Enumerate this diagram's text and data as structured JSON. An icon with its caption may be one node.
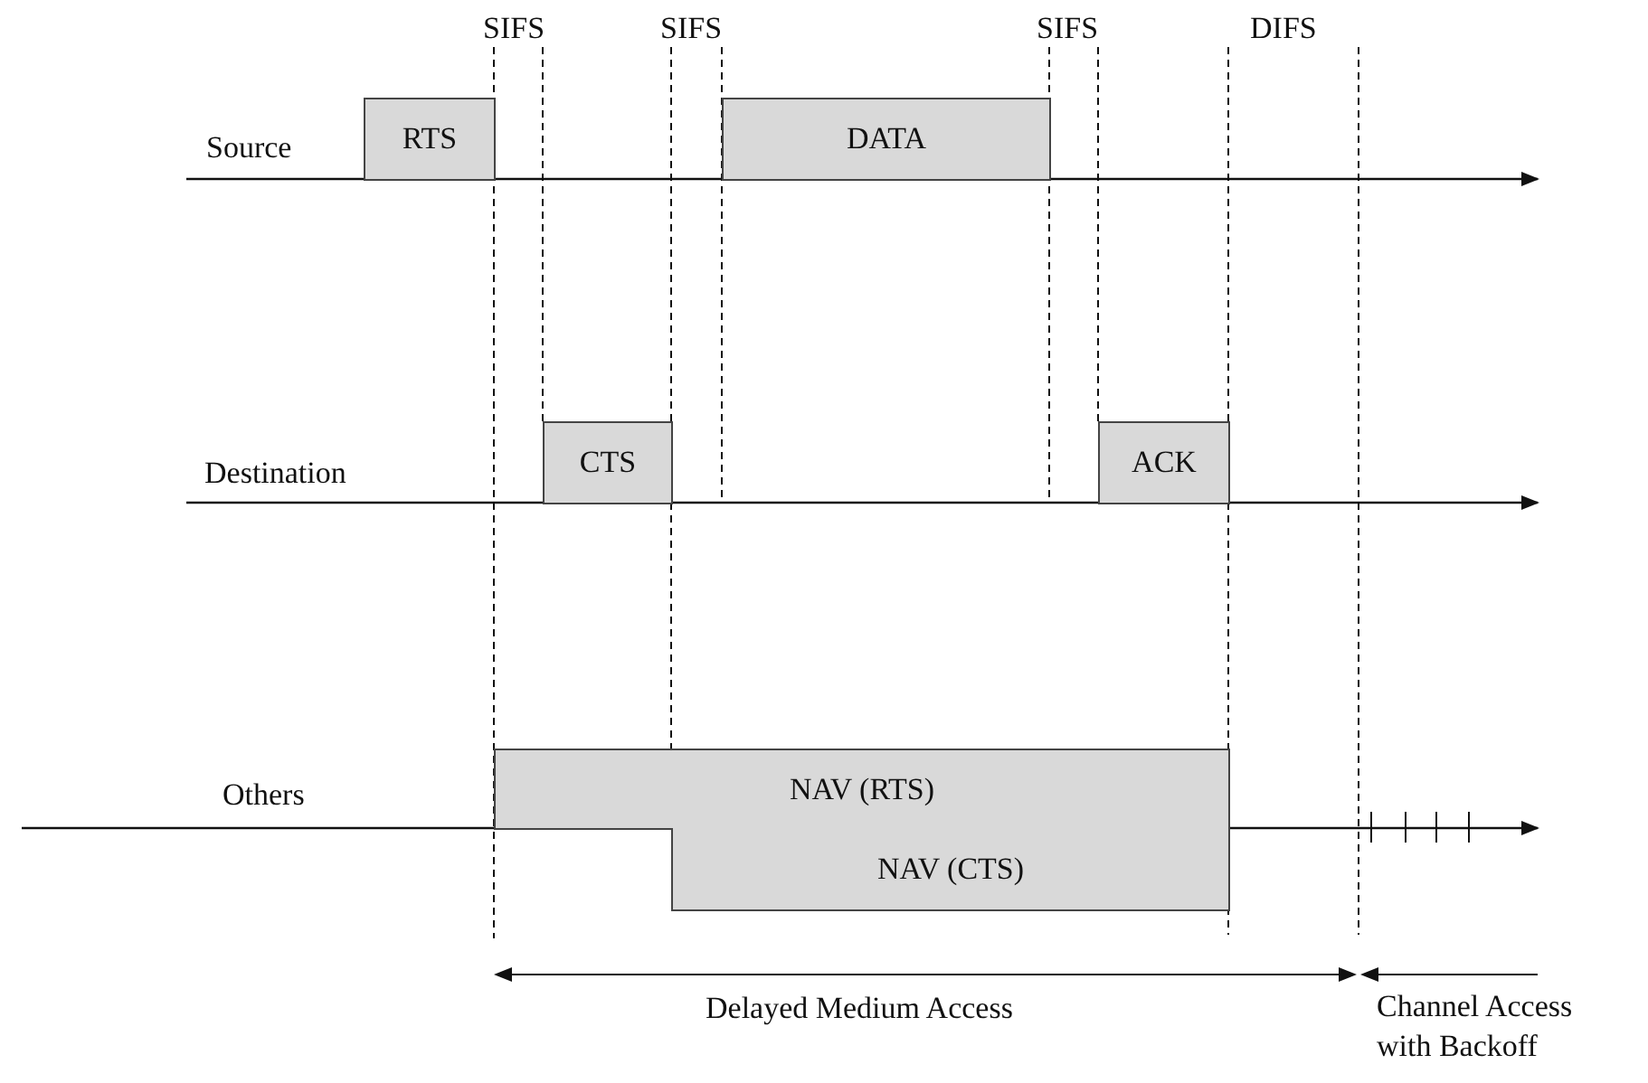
{
  "diagram": {
    "nodes": [
      {
        "text": [
          "RTS"
        ]
      },
      {
        "text": [
          "DATA"
        ]
      },
      {
        "text": [
          "CTS"
        ]
      },
      {
        "text": [
          "ACK"
        ]
      },
      {
        "text": [
          "NAV (RTS)"
        ]
      },
      {
        "text": [
          "NAV (CTS)"
        ]
      }
    ],
    "edges": [],
    "labels": [
      "SIFS",
      "SIFS",
      "SIFS",
      "DIFS",
      "Source",
      "Destination",
      "Others",
      "Delayed Medium Access",
      "Channel Access with Backoff"
    ]
  }
}
